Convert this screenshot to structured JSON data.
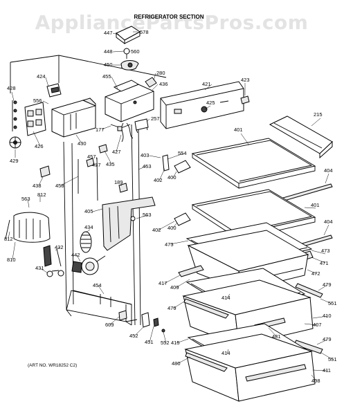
{
  "watermark": "AppliancePartsPros.com",
  "header": "REFRIGERATOR SECTION",
  "art_number": "(ART NO. WR18252 C2)",
  "callouts": [
    {
      "id": "c447",
      "text": "447"
    },
    {
      "id": "c578",
      "text": "578"
    },
    {
      "id": "c448",
      "text": "448"
    },
    {
      "id": "c560",
      "text": "560"
    },
    {
      "id": "c450",
      "text": "450"
    },
    {
      "id": "c280",
      "text": "280"
    },
    {
      "id": "c455",
      "text": "455"
    },
    {
      "id": "c436",
      "text": "436"
    },
    {
      "id": "c424",
      "text": "424"
    },
    {
      "id": "c428",
      "text": "428"
    },
    {
      "id": "c556",
      "text": "556"
    },
    {
      "id": "c421",
      "text": "421"
    },
    {
      "id": "c423",
      "text": "423"
    },
    {
      "id": "c425",
      "text": "425"
    },
    {
      "id": "c215",
      "text": "215"
    },
    {
      "id": "c257",
      "text": "257"
    },
    {
      "id": "c177",
      "text": "177"
    },
    {
      "id": "c426",
      "text": "426"
    },
    {
      "id": "c430",
      "text": "430"
    },
    {
      "id": "c401a",
      "text": "401"
    },
    {
      "id": "c427",
      "text": "427"
    },
    {
      "id": "c429",
      "text": "429"
    },
    {
      "id": "c457",
      "text": "457"
    },
    {
      "id": "c437",
      "text": "437"
    },
    {
      "id": "c435",
      "text": "435"
    },
    {
      "id": "c453",
      "text": "453"
    },
    {
      "id": "c403",
      "text": "403"
    },
    {
      "id": "c554",
      "text": "554"
    },
    {
      "id": "c404a",
      "text": "404"
    },
    {
      "id": "c438",
      "text": "438"
    },
    {
      "id": "c458",
      "text": "458"
    },
    {
      "id": "c402a",
      "text": "402"
    },
    {
      "id": "c400a",
      "text": "400"
    },
    {
      "id": "c189",
      "text": "189"
    },
    {
      "id": "c563a",
      "text": "563"
    },
    {
      "id": "c812a",
      "text": "812"
    },
    {
      "id": "c401b",
      "text": "401"
    },
    {
      "id": "c405",
      "text": "405"
    },
    {
      "id": "c563b",
      "text": "563"
    },
    {
      "id": "c404b",
      "text": "404"
    },
    {
      "id": "c434",
      "text": "434"
    },
    {
      "id": "c402b",
      "text": "402"
    },
    {
      "id": "c400b",
      "text": "400"
    },
    {
      "id": "c812b",
      "text": "812"
    },
    {
      "id": "c473a",
      "text": "473"
    },
    {
      "id": "c432",
      "text": "432"
    },
    {
      "id": "c473b",
      "text": "473"
    },
    {
      "id": "c810",
      "text": "810"
    },
    {
      "id": "c442",
      "text": "442"
    },
    {
      "id": "c471",
      "text": "471"
    },
    {
      "id": "c431",
      "text": "431"
    },
    {
      "id": "c472",
      "text": "472"
    },
    {
      "id": "c417",
      "text": "417"
    },
    {
      "id": "c409",
      "text": "409"
    },
    {
      "id": "c479a",
      "text": "479"
    },
    {
      "id": "c454",
      "text": "454"
    },
    {
      "id": "c414a",
      "text": "414"
    },
    {
      "id": "c551a",
      "text": "551"
    },
    {
      "id": "c479b",
      "text": "479"
    },
    {
      "id": "c410",
      "text": "410"
    },
    {
      "id": "c609",
      "text": "609"
    },
    {
      "id": "c407",
      "text": "407"
    },
    {
      "id": "c481",
      "text": "481"
    },
    {
      "id": "c452",
      "text": "452"
    },
    {
      "id": "c451",
      "text": "451"
    },
    {
      "id": "c552",
      "text": "552"
    },
    {
      "id": "c415",
      "text": "415"
    },
    {
      "id": "c479c",
      "text": "479"
    },
    {
      "id": "c414b",
      "text": "414"
    },
    {
      "id": "c551b",
      "text": "551"
    },
    {
      "id": "c480",
      "text": "480"
    },
    {
      "id": "c411",
      "text": "411"
    },
    {
      "id": "c408",
      "text": "408"
    }
  ]
}
